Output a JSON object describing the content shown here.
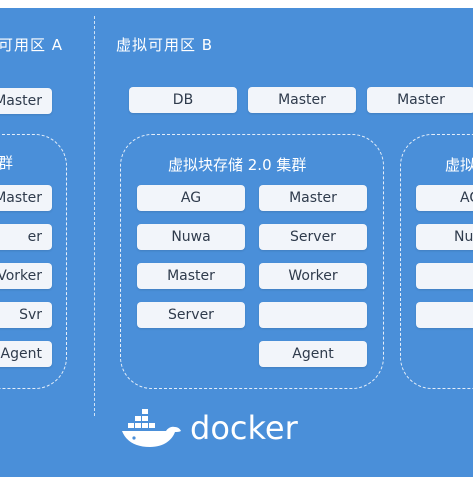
{
  "zones": {
    "a_label": "可用区 A",
    "b_label": "虚拟可用区 B"
  },
  "top_row": {
    "a_master": "Master",
    "db": "DB",
    "master_2": "Master",
    "master_3": "Master"
  },
  "cluster_left": {
    "title": "群",
    "items": [
      "Master",
      "er",
      "Vorker",
      "Svr",
      "Agent"
    ]
  },
  "cluster_center": {
    "title": "虚拟块存储 2.0 集群",
    "items": [
      "AG",
      "Master",
      "Nuwa",
      "Server",
      "Master",
      "Worker",
      "Server",
      "",
      "Agent"
    ]
  },
  "cluster_right": {
    "title": "虚拟",
    "items": [
      "AG",
      "Nuw",
      "",
      ""
    ]
  },
  "logo": {
    "word": "docker",
    "icon": "docker-whale-icon"
  }
}
